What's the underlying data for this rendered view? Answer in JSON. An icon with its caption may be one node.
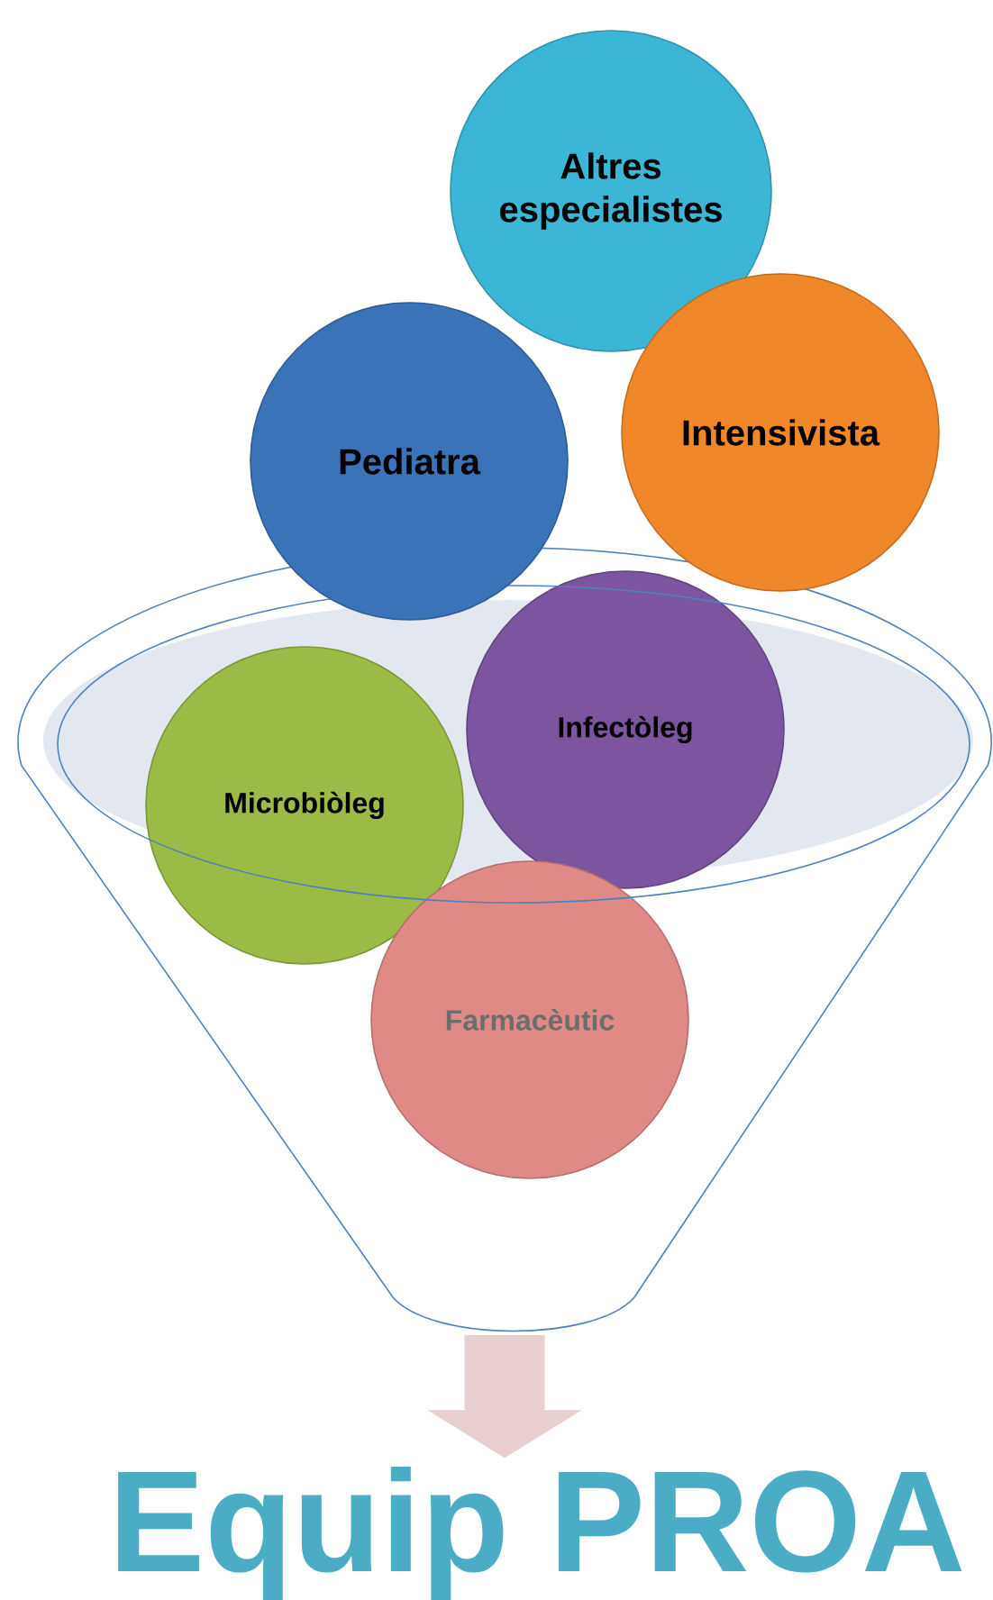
{
  "diagram": {
    "nodes": [
      {
        "text": [
          "Altres especialistes"
        ]
      },
      {
        "text": [
          "Pediatra"
        ]
      },
      {
        "text": [
          "Intensivista"
        ]
      },
      {
        "text": [
          "Microbiòleg"
        ],
        "in": 6
      },
      {
        "text": [
          "Infectòleg"
        ],
        "in": 6
      },
      {
        "text": [
          "Farmacèutic"
        ],
        "in": 6
      },
      {
        "text": [],
        "shape": "funnel"
      },
      {
        "text": [
          "Equip PROA"
        ]
      }
    ],
    "edges": [
      {
        "from": 6,
        "to": 7,
        "arrow": "to"
      }
    ]
  }
}
